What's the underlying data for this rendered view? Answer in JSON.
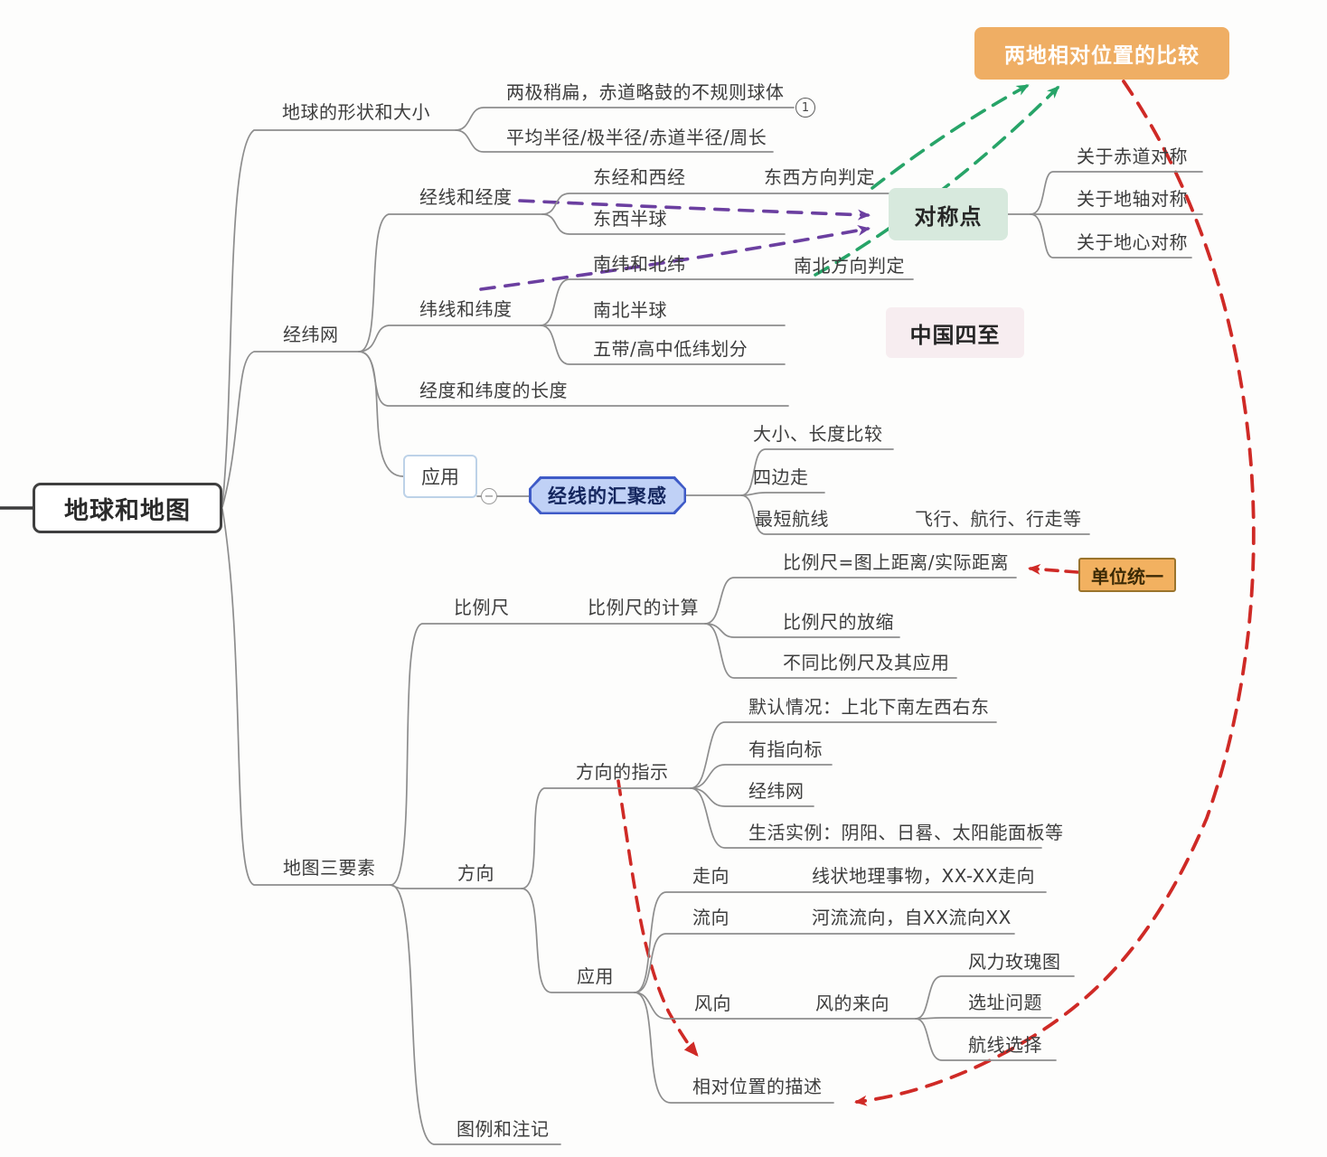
{
  "root": {
    "label": "地球和地图"
  },
  "nodes": {
    "shape_size": {
      "label": "地球的形状和大小"
    },
    "irregular": {
      "label": "两极稍扁，赤道略鼓的不规则球体"
    },
    "note1": {
      "label": "1"
    },
    "radius": {
      "label": "平均半径/极半径/赤道半径/周长"
    },
    "jwnet": {
      "label": "经纬网"
    },
    "jingxian": {
      "label": "经线和经度"
    },
    "dongjing": {
      "label": "东经和西经"
    },
    "dongxi_judge": {
      "label": "东西方向判定"
    },
    "dongxi_hemi": {
      "label": "东西半球"
    },
    "nanwei": {
      "label": "南纬和北纬"
    },
    "nanbei_judge": {
      "label": "南北方向判定"
    },
    "weixian": {
      "label": "纬线和纬度"
    },
    "nanbei_hemi": {
      "label": "南北半球"
    },
    "wudai": {
      "label": "五带/高中低纬划分"
    },
    "jw_length": {
      "label": "经度和纬度的长度"
    },
    "apply1": {
      "label": "应用"
    },
    "collapse": {
      "label": "−"
    },
    "huiju": {
      "label": "经线的汇聚感"
    },
    "daxiao": {
      "label": "大小、长度比较"
    },
    "sibian": {
      "label": "四边走"
    },
    "zuiduan": {
      "label": "最短航线"
    },
    "feixing": {
      "label": "飞行、航行、行走等"
    },
    "bilichi": {
      "label": "比例尺"
    },
    "bilichi_calc": {
      "label": "比例尺的计算"
    },
    "formula": {
      "label": "比例尺=图上距离/实际距离"
    },
    "unit": {
      "label": "单位统一"
    },
    "fangsuo": {
      "label": "比例尺的放缩"
    },
    "butong": {
      "label": "不同比例尺及其应用"
    },
    "map3": {
      "label": "地图三要素"
    },
    "fangxiang": {
      "label": "方向"
    },
    "zhishi": {
      "label": "方向的指示"
    },
    "moren": {
      "label": "默认情况：上北下南左西右东"
    },
    "zhixiangbiao": {
      "label": "有指向标"
    },
    "jwnet2": {
      "label": "经纬网"
    },
    "shenghuo": {
      "label": "生活实例：阴阳、日晷、太阳能面板等"
    },
    "apply2": {
      "label": "应用"
    },
    "zouxiang": {
      "label": "走向"
    },
    "xianzhuang": {
      "label": "线状地理事物，XX-XX走向"
    },
    "liuxiang": {
      "label": "流向"
    },
    "heliu": {
      "label": "河流流向，自XX流向XX"
    },
    "fengxiang": {
      "label": "风向"
    },
    "fenglaixiang": {
      "label": "风的来向"
    },
    "fengli": {
      "label": "风力玫瑰图"
    },
    "xuanzhi": {
      "label": "选址问题"
    },
    "hangxian": {
      "label": "航线选择"
    },
    "xiangdui": {
      "label": "相对位置的描述"
    },
    "tuli": {
      "label": "图例和注记"
    },
    "compare": {
      "label": "两地相对位置的比较"
    },
    "duichen": {
      "label": "对称点"
    },
    "chidao": {
      "label": "关于赤道对称"
    },
    "dizhou": {
      "label": "关于地轴对称"
    },
    "dixin": {
      "label": "关于地心对称"
    },
    "china4": {
      "label": "中国四至"
    }
  },
  "cross_links": [
    {
      "from": "东西方向判定",
      "to": "两地相对位置的比较",
      "color": "#27a468",
      "style": "dashed-arrow"
    },
    {
      "from": "南北方向判定",
      "to": "两地相对位置的比较",
      "color": "#27a468",
      "style": "dashed-arrow"
    },
    {
      "from": "经线和经度",
      "to": "对称点",
      "color": "#6b3fa0",
      "style": "dashed-arrow"
    },
    {
      "from": "纬线和纬度",
      "to": "对称点",
      "color": "#6b3fa0",
      "style": "dashed-arrow"
    },
    {
      "from": "单位统一",
      "to": "比例尺=图上距离/实际距离",
      "color": "#cf2a26",
      "style": "dashed-arrow"
    },
    {
      "from": "方向的指示",
      "to": "相对位置的描述",
      "color": "#cf2a26",
      "style": "dashed-arrow"
    },
    {
      "from": "两地相对位置的比较",
      "to": "相对位置的描述",
      "color": "#cf2a26",
      "style": "dashed-arrow"
    }
  ],
  "colors": {
    "line": "#8d8d8d",
    "text": "#3d3d3d",
    "compare_box_bg": "#efae64",
    "compare_box_text": "#ffffff",
    "duichen_box_bg": "#d7e9dd",
    "china4_box_bg": "#f7edf0",
    "unit_box_bg": "#f2b160",
    "unit_box_border": "#9a742c",
    "badge_bg": "#c0d1f6",
    "badge_border": "#3f5bc7",
    "badge_text": "#14265e",
    "arrow_green": "#27a468",
    "arrow_purple": "#6b3fa0",
    "arrow_red": "#cf2a26"
  }
}
